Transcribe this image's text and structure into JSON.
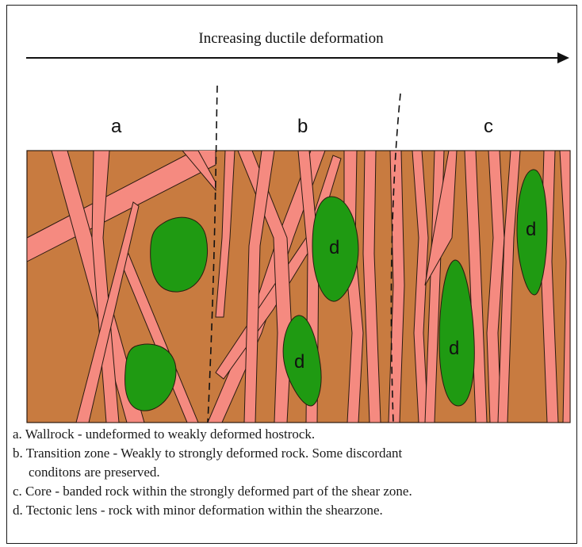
{
  "title": "Increasing ductile deformation",
  "zones": {
    "a": "a",
    "b": "b",
    "c": "c"
  },
  "lens_label": "d",
  "colors": {
    "hostrock": "#c87b40",
    "bands": "#f58a80",
    "lens": "#1f9a12",
    "outline": "#2a1a10"
  },
  "legend": {
    "a": "a. Wallrock - undeformed to weakly deformed hostrock.",
    "b_line1": "b. Transition zone - Weakly to strongly deformed rock. Some discordant",
    "b_line2": "conditons are preserved.",
    "c": "c. Core - banded rock within the strongly deformed part of the shear zone.",
    "d": "d. Tectonic lens - rock with minor deformation within the shearzone."
  }
}
